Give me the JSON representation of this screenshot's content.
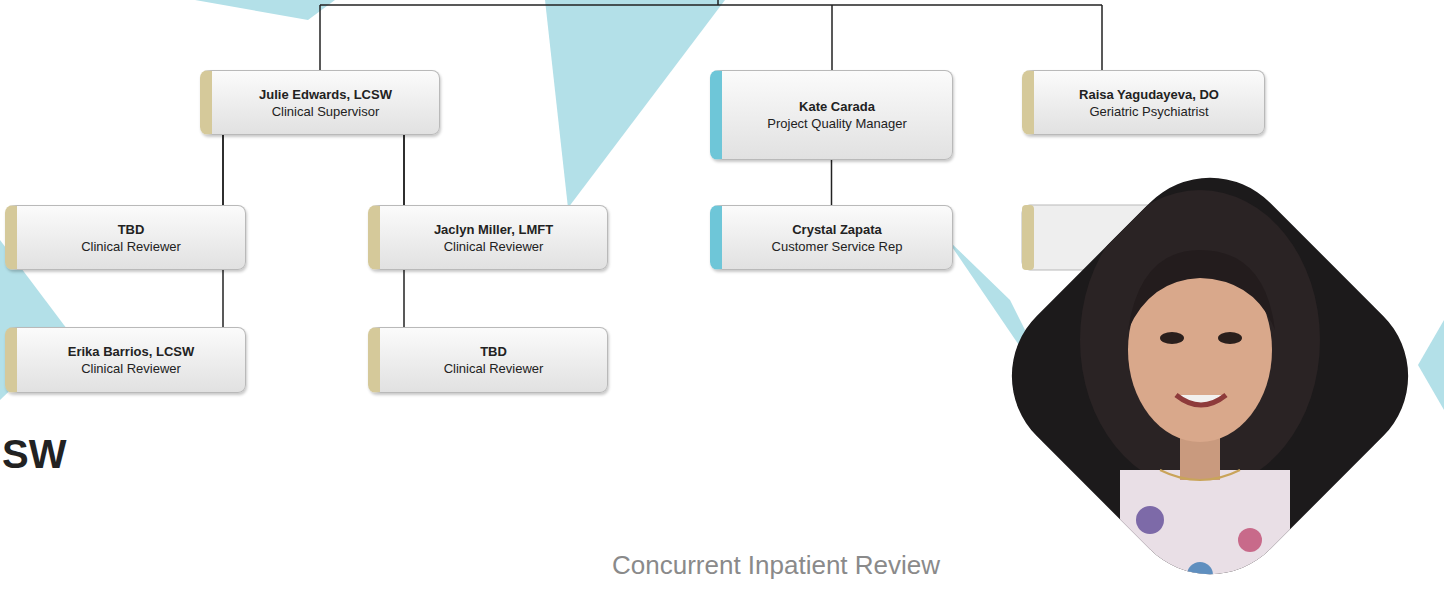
{
  "diagram": {
    "nodes": [
      {
        "text": [
          "Julie Edwards, LCSW",
          "Clinical Supervisor"
        ]
      },
      {
        "text": [
          "Kate Carada",
          "Project Quality Manager"
        ]
      },
      {
        "text": [
          "Raisa Yagudayeva, DO",
          "Geriatric Psychiatrist"
        ]
      },
      {
        "text": [
          "TBD",
          "Clinical Reviewer"
        ]
      },
      {
        "text": [
          "Jaclyn Miller, LMFT",
          "Clinical Reviewer"
        ]
      },
      {
        "text": [
          "Crystal Zapata",
          "Customer Service Rep"
        ]
      },
      {
        "text": [
          "Erika Barrios, LCSW",
          "Clinical Reviewer"
        ]
      },
      {
        "text": [
          "TBD",
          "Clinical Reviewer"
        ]
      }
    ],
    "edges": [
      {
        "from": 0,
        "to": 3,
        "arrow": "none"
      },
      {
        "from": 0,
        "to": 4,
        "arrow": "none"
      },
      {
        "from": 0,
        "to": 6,
        "arrow": "none"
      },
      {
        "from": 0,
        "to": 7,
        "arrow": "none"
      },
      {
        "from": 1,
        "to": 5,
        "arrow": "none"
      }
    ],
    "labels": [
      "SW",
      "Concurrent Inpatient Review"
    ]
  }
}
